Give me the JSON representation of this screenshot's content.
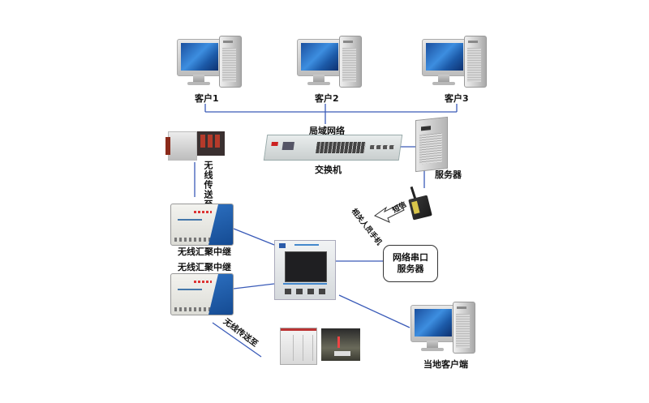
{
  "diagram": {
    "type": "network-topology",
    "line_color": "#3a5bb8",
    "nodes": {
      "client1": {
        "label": "客户1",
        "icon": "desktop-computer-icon"
      },
      "client2": {
        "label": "客户2",
        "icon": "desktop-computer-icon"
      },
      "client3": {
        "label": "客户3",
        "icon": "desktop-computer-icon"
      },
      "lan": {
        "label": "局域网络"
      },
      "switch": {
        "label": "交换机",
        "icon": "network-switch-icon"
      },
      "server": {
        "label": "服务器",
        "icon": "server-tower-icon"
      },
      "gsm_modem": {
        "icon": "gsm-modem-icon"
      },
      "sms_arrow": {
        "label": "短信",
        "icon": "arrow-icon"
      },
      "personnel_phone": {
        "label": "相关人员手机"
      },
      "wireless_top": {
        "label": "无线传送至",
        "icon": "circuit-breaker-icon"
      },
      "relay1": {
        "label": "无线汇聚中继",
        "icon": "relay-box-icon"
      },
      "relay2": {
        "label": "无线汇聚中继",
        "icon": "relay-box-icon"
      },
      "monitor_panel": {
        "icon": "monitor-panel-icon"
      },
      "serial_server": {
        "line1": "网络串口",
        "line2": "服务器"
      },
      "wireless_bottom": {
        "label": "无线传送至",
        "icon": "switchgear-icon"
      },
      "local_client": {
        "label": "当地客户端",
        "icon": "desktop-computer-icon"
      }
    },
    "edges": [
      [
        "client1",
        "lan"
      ],
      [
        "client2",
        "lan"
      ],
      [
        "client3",
        "lan"
      ],
      [
        "lan",
        "switch"
      ],
      [
        "switch",
        "server"
      ],
      [
        "server",
        "gsm_modem"
      ],
      [
        "breakers",
        "relay1"
      ],
      [
        "relay1",
        "monitor_panel"
      ],
      [
        "relay2",
        "monitor_panel"
      ],
      [
        "monitor_panel",
        "serial_server"
      ],
      [
        "monitor_panel",
        "local_client"
      ],
      [
        "wireless_bottom",
        "switchgear"
      ]
    ]
  }
}
